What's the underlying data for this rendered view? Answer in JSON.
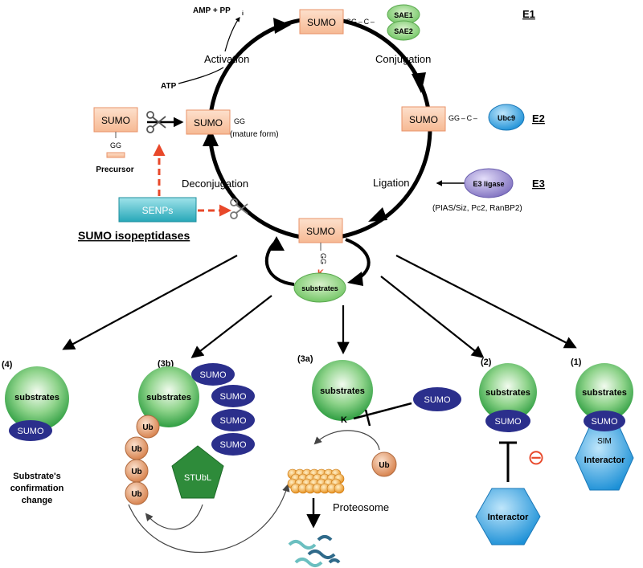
{
  "labels": {
    "amp_ppi": "AMP + PP",
    "ppi_sub": "i",
    "activation": "Activation",
    "atp": "ATP",
    "conjugation": "Conjugation",
    "ligation": "Ligation",
    "deconjugation": "Deconjugation",
    "mature_form": "(mature form)",
    "precursor": "Precursor",
    "senps": "SENPs",
    "isopeptidases": "SUMO isopeptidases",
    "sumo": "SUMO",
    "gg": "GG",
    "gg_c": "GG – C –",
    "k": "K",
    "sae1": "SAE1",
    "sae2": "SAE2",
    "ubc9": "Ubc9",
    "e3_ligase": "E3 ligase",
    "e3_examples": "(PIAS/Siz, Pc2, RanBP2)",
    "e1": "E1",
    "e2": "E2",
    "e3": "E3",
    "substrates": "substrates",
    "ub": "Ub",
    "stubl": "STUbL",
    "proteosome": "Proteosome",
    "interactor": "Interactor",
    "sim": "SIM",
    "minus": "⊖",
    "outcome_4": "(4)",
    "outcome_3b": "(3b)",
    "outcome_3a": "(3a)",
    "outcome_2": "(2)",
    "outcome_1": "(1)",
    "conf_line1": "Substrate's",
    "conf_line2": "confirmation",
    "conf_line3": "change"
  },
  "colors": {
    "sumo_box_fill": "#f9c9a8",
    "sumo_box_stroke": "#e8936a",
    "sumo_oval": "#2b2f8c",
    "green_protein": "#3fb04f",
    "ubc9": "#1f8fd6",
    "e3_ligase": "#8b7fc4",
    "senps": "#3cb6c4",
    "interactor": "#1a9ad9",
    "ub": "#e89a6a",
    "stubl": "#2e8b3a",
    "proteosome": "#f0a030",
    "red_arrow": "#e8482a"
  },
  "icons": [
    "scissors-icon",
    "proteosome-icon",
    "peptide-fragments-icon"
  ]
}
